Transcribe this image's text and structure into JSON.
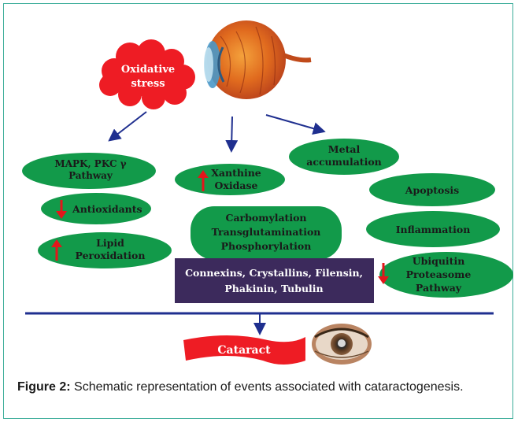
{
  "diagram": {
    "cloud_line1": "Oxidative",
    "cloud_line2": "stress",
    "mapk_line1": "MAPK, PKC γ",
    "mapk_line2": "Pathway",
    "antioxidants": "Antioxidants",
    "lipid_line1": "Lipid",
    "lipid_line2": "Peroxidation",
    "xanthine_line1": "Xanthine",
    "xanthine_line2": "Oxidase",
    "metal_line1": "Metal",
    "metal_line2": "accumulation",
    "apoptosis": "Apoptosis",
    "inflammation": "Inflammation",
    "ubiquitin_line1": "Ubiquitin",
    "ubiquitin_line2": "Proteasome",
    "ubiquitin_line3": "Pathway",
    "modifications_line1": "Carbomylation",
    "modifications_line2": "Transglutamination",
    "modifications_line3": "Phosphorylation",
    "proteins_line1": "Connexins, Crystallins, Filensin,",
    "proteins_line2": "Phakinin, Tubulin",
    "cataract": "Cataract"
  },
  "caption": {
    "label": "Figure 2:",
    "text": "Schematic representation of events associated with cataractogenesis."
  },
  "colors": {
    "ellipse_green": "#129a4a",
    "cloud_red": "#ee1c24",
    "arrow_navy": "#1f2f8f",
    "protein_box": "#3c2a5c",
    "up_down_arrow": "#e3161b"
  }
}
